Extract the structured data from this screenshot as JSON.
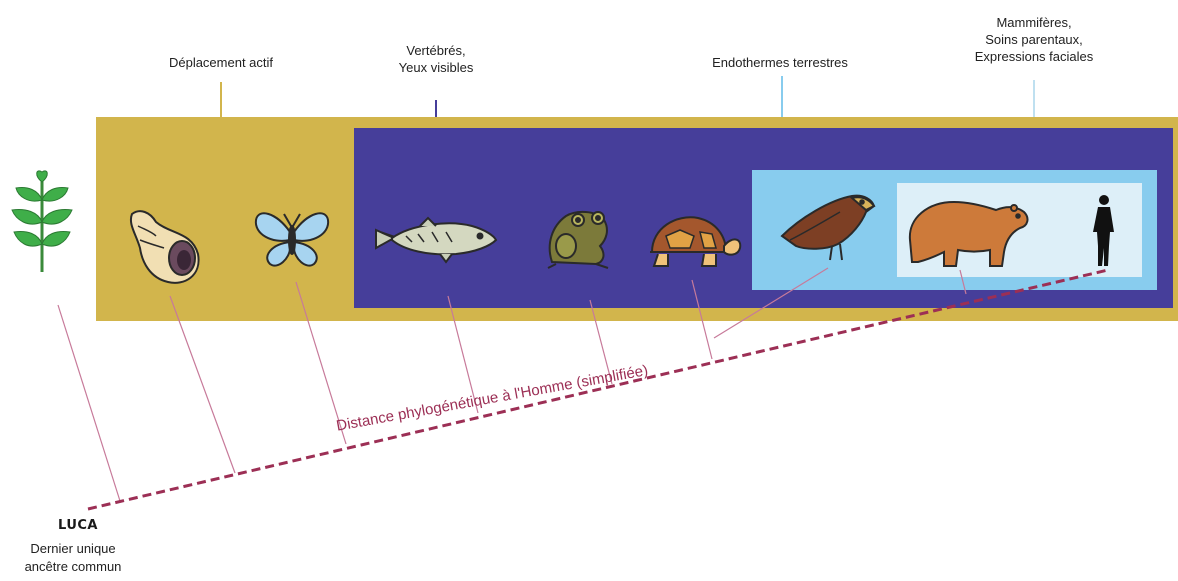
{
  "traits": {
    "active_motion": "Déplacement actif",
    "vertebrates_line1": "Vertébrés,",
    "vertebrates_line2": "Yeux visibles",
    "land_endotherms": "Endothermes terrestres",
    "mammals_line1": "Mammifères,",
    "mammals_line2": "Soins parentaux,",
    "mammals_line3": "Expressions faciales"
  },
  "axis": {
    "label": "Distance phylogénétique à l'Homme (simplifiée)"
  },
  "root": {
    "name": "LUCA",
    "desc_line1": "Dernier unique",
    "desc_line2": "ancêtre commun"
  },
  "organisms": [
    "plant-icon",
    "snail-icon",
    "butterfly-icon",
    "fish-icon",
    "frog-icon",
    "tortoise-icon",
    "eagle-icon",
    "bear-icon",
    "human-icon"
  ],
  "colors": {
    "active_motion_box": "#d2b54c",
    "vertebrates_box": "#463e9a",
    "endotherms_box": "#88ccee",
    "mammals_box": "#ddeff8",
    "phylo_line": "#9c2f55",
    "branch_line": "#c77a9a"
  }
}
